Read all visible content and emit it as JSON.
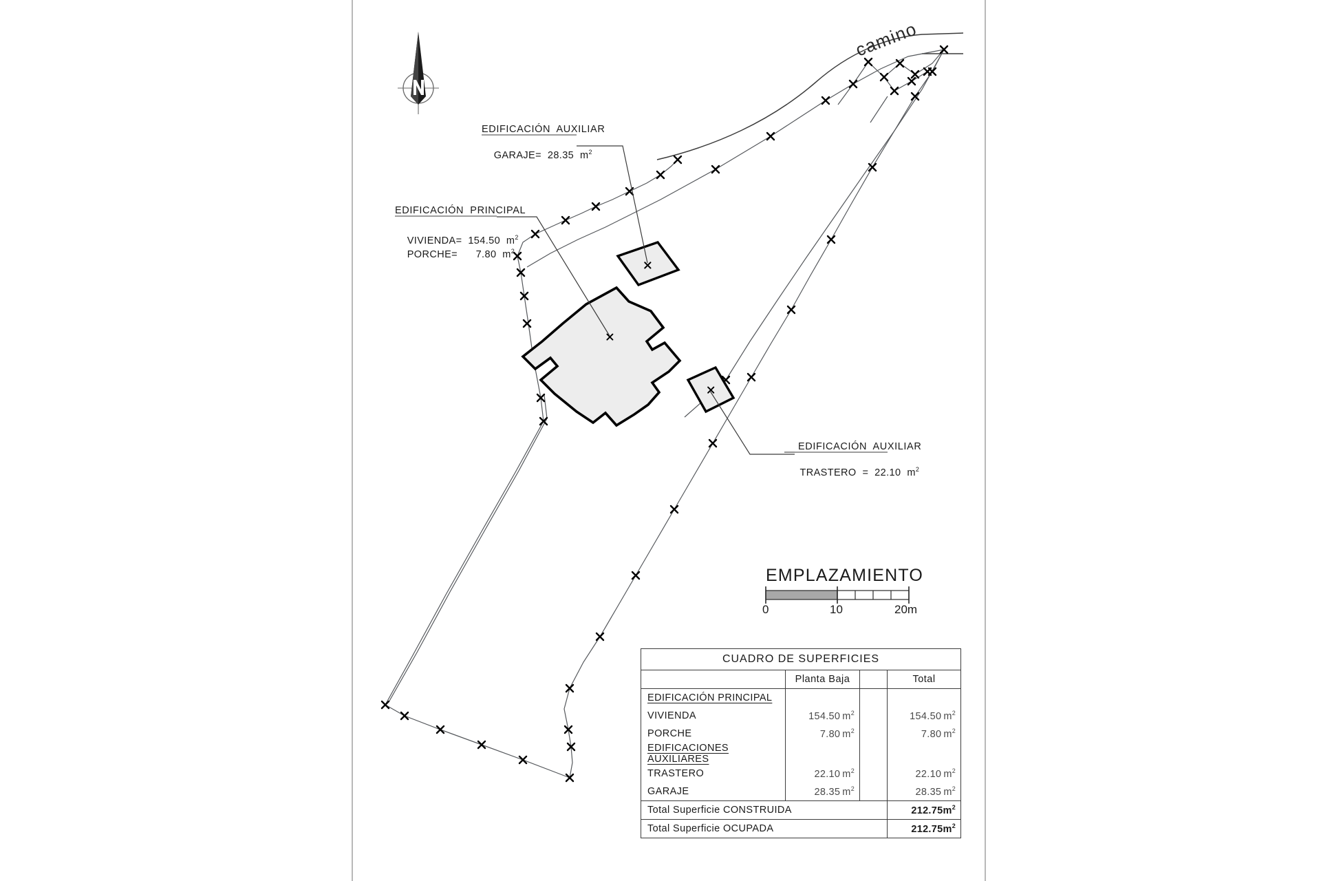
{
  "document": {
    "type": "architectural-site-plan",
    "title": "EMPLAZAMIENTO",
    "language": "es",
    "background_color": "#ffffff",
    "line_color": "#1a1a1a",
    "building_fill": "#ededed",
    "building_stroke": "#000000",
    "boundary_color": "#55585c",
    "scalebar_fill": "#a8a8a8"
  },
  "north_arrow": {
    "label": "N",
    "icon": "north-arrow-icon"
  },
  "road": {
    "label": "camino"
  },
  "callouts": [
    {
      "id": "garaje",
      "heading": "EDIFICACIÓN  AUXILIAR",
      "line1": "GARAJE=  28.35  m",
      "line1_sup": "2",
      "line2": "",
      "line2_sup": ""
    },
    {
      "id": "principal",
      "heading": "EDIFICACIÓN  PRINCIPAL",
      "line1": "VIVIENDA=  154.50  m",
      "line1_sup": "2",
      "line2": "PORCHE=      7.80  m",
      "line2_sup": "2"
    },
    {
      "id": "trastero",
      "heading": "EDIFICACIÓN  AUXILIAR",
      "line1": "TRASTERO  =  22.10  m",
      "line1_sup": "2",
      "line2": "",
      "line2_sup": ""
    }
  ],
  "scale_bar": {
    "ticks": [
      "0",
      "10",
      "20m"
    ],
    "filled_to": "10",
    "max": "20m",
    "segments": 4
  },
  "table": {
    "title": "CUADRO  DE  SUPERFICIES",
    "columns": [
      "",
      "Planta  Baja",
      "",
      "Total"
    ],
    "groups": [
      {
        "heading": "EDIFICACIÓN  PRINCIPAL",
        "rows": [
          {
            "label": "VIVIENDA",
            "planta_baja": "154.50",
            "total": "154.50",
            "unit": "m",
            "unit_sup": "2"
          },
          {
            "label": "PORCHE",
            "planta_baja": "7.80",
            "total": "7.80",
            "unit": "m",
            "unit_sup": "2"
          }
        ]
      },
      {
        "heading": "EDIFICACIONES  AUXILIARES",
        "rows": [
          {
            "label": "TRASTERO",
            "planta_baja": "22.10",
            "total": "22.10",
            "unit": "m",
            "unit_sup": "2"
          },
          {
            "label": "GARAJE",
            "planta_baja": "28.35",
            "total": "28.35",
            "unit": "m",
            "unit_sup": "2"
          }
        ]
      }
    ],
    "totals": [
      {
        "label": "Total  Superficie  CONSTRUIDA",
        "value": "212.75",
        "unit": "m",
        "unit_sup": "2"
      },
      {
        "label": "Total  Superficie  OCUPADA",
        "value": "212.75",
        "unit": "m",
        "unit_sup": "2"
      }
    ]
  }
}
